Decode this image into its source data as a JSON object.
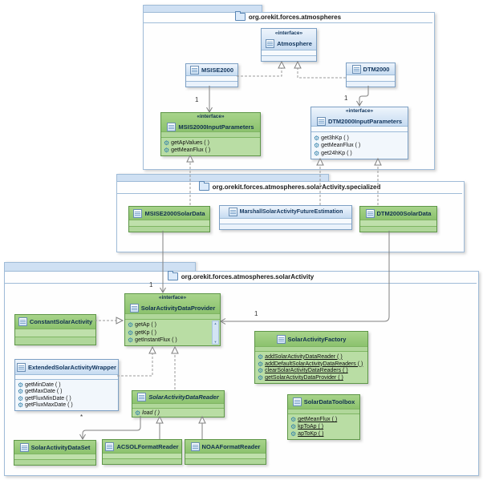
{
  "diagram_type": "uml-class-diagram",
  "packages": {
    "atmospheres": {
      "name": "org.orekit.forces.atmospheres"
    },
    "specialized": {
      "name": "org.orekit.forces.atmospheres.solarActivity.specialized"
    },
    "solarActivity": {
      "name": "org.orekit.forces.atmospheres.solarActivity"
    }
  },
  "classes": {
    "atmosphere": {
      "stereotype": "«interface»",
      "name": "Atmosphere"
    },
    "msise2000": {
      "name": "MSISE2000"
    },
    "dtm2000": {
      "name": "DTM2000"
    },
    "msisInput": {
      "stereotype": "«interface»",
      "name": "MSIS2000InputParameters",
      "methods": [
        "getApValues ( )",
        "getMeanFlux ( )"
      ]
    },
    "dtmInput": {
      "stereotype": "«interface»",
      "name": "DTM2000InputParameters",
      "methods": [
        "get3hKp ( )",
        "getMeanFlux ( )",
        "get24hKp ( )"
      ]
    },
    "msiseSolarData": {
      "name": "MSISE2000SolarData"
    },
    "marshall": {
      "name": "MarshallSolarActivityFutureEstimation"
    },
    "dtmSolarData": {
      "name": "DTM2000SolarData"
    },
    "provider": {
      "stereotype": "«interface»",
      "name": "SolarActivityDataProvider",
      "methods": [
        "getAp ( )",
        "getKp ( )",
        "getInstantFlux ( )"
      ]
    },
    "constant": {
      "name": "ConstantSolarActivity"
    },
    "factory": {
      "name": "SolarActivityFactory",
      "methods": [
        "addSolarActivityDataReader ( )",
        "addDefaultSolarActivityDataReaders ( )",
        "clearSolarActivityDataReaders ( )",
        "getSolarActivityDataProvider ( )"
      ]
    },
    "wrapper": {
      "name": "ExtendedSolarActivityWrapper",
      "methods": [
        "getMinDate ( )",
        "getMaxDate ( )",
        "getFluxMinDate ( )",
        "getFluxMaxDate ( )"
      ]
    },
    "reader": {
      "name": "SolarActivityDataReader",
      "methods": [
        "load ( )"
      ]
    },
    "toolbox": {
      "name": "SolarDataToolbox",
      "methods": [
        "getMeanFlux ( )",
        "kpToAp ( )",
        "apToKp ( )"
      ]
    },
    "dataset": {
      "name": "SolarActivityDataSet"
    },
    "acsol": {
      "name": "ACSOLFormatReader"
    },
    "noaa": {
      "name": "NOAAFormatReader"
    }
  },
  "multiplicities": {
    "one": "1",
    "many": "*"
  },
  "colors": {
    "green_header": "#8cc26e",
    "green_border": "#5e9648",
    "blue_header": "#c6dbf1",
    "blue_border": "#7da0c4",
    "package_tab": "#cfe0f3",
    "package_border": "#a0bcd8",
    "edge_solid": "#808080",
    "edge_dashed": "#9a9a9a"
  }
}
